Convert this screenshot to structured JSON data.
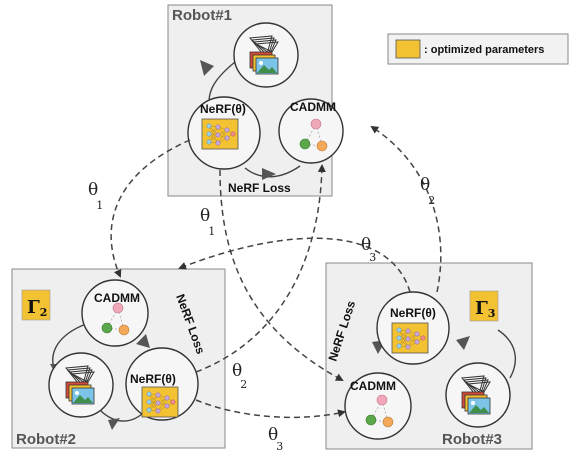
{
  "legend": {
    "label": ": optimized parameters",
    "swatch_color": "#f2c232"
  },
  "colors": {
    "optimized": "#f2c232",
    "panel": "#efefef",
    "node_green": "#5aa84a",
    "node_orange": "#f3a85a",
    "node_pink": "#f0a8b8"
  },
  "robots": [
    {
      "title": "Robot#1",
      "nerf_label": "NeRF(θ)",
      "cadmm_label": "CADMM",
      "loss_label": "NeRF Loss"
    },
    {
      "title": "Robot#2",
      "nerf_label": "NeRF(θ)",
      "cadmm_label": "CADMM",
      "loss_label": "NeRF Loss",
      "gamma": "Γ",
      "gamma_sub": "2"
    },
    {
      "title": "Robot#3",
      "nerf_label": "NeRF(θ)",
      "cadmm_label": "CADMM",
      "loss_label": "NeRF Loss",
      "gamma": "Γ",
      "gamma_sub": "3"
    }
  ],
  "links": {
    "theta_symbol": "θ",
    "left_outer": "1",
    "center_left": "1",
    "right_outer": "2",
    "lower_middle": "2",
    "upper_right": "3",
    "bottom": "3"
  },
  "icons": [
    "camera-images-icon",
    "neural-network-icon",
    "consensus-graph-icon",
    "arrow-head-icon"
  ]
}
